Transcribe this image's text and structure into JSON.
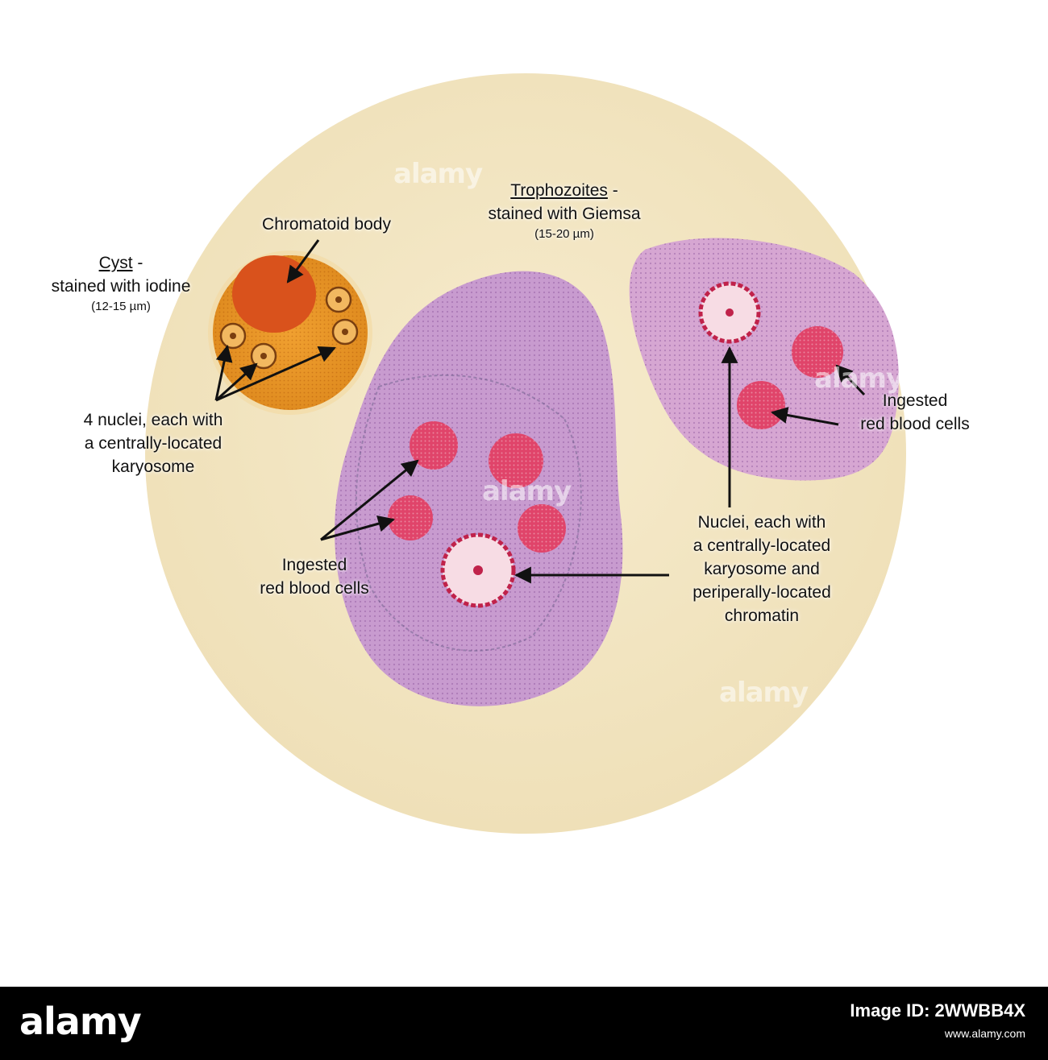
{
  "cyst": {
    "title": "Cyst",
    "title_suffix": " -",
    "stain": "stained with iodine",
    "size": "(12-15 µm)"
  },
  "trophozoites": {
    "title": "Trophozoites",
    "title_suffix": " -",
    "stain": "stained with Giemsa",
    "size": "(15-20 µm)"
  },
  "callouts": {
    "chromatoid_body": "Chromatoid body",
    "cyst_nuclei": [
      "4 nuclei, each with",
      "a centrally-located",
      "karyosome"
    ],
    "ingested_rbc_left": [
      "Ingested",
      "red blood cells"
    ],
    "ingested_rbc_right": [
      "Ingested",
      "red blood cells"
    ],
    "troph_nuclei": [
      "Nuclei, each with",
      "a centrally-located",
      "karyosome and",
      "periperally-located",
      "chromatin"
    ]
  },
  "watermark": "alamy",
  "footer": {
    "brand": "alamy",
    "image_id": "Image ID: 2WWBB4X",
    "site": "www.alamy.com"
  },
  "colors": {
    "field": "#f3e6c4",
    "cyst": "#e8972a",
    "chromatoid": "#d9521c",
    "trophozoite": "#c89bcf",
    "rbc": "#e0446a"
  }
}
